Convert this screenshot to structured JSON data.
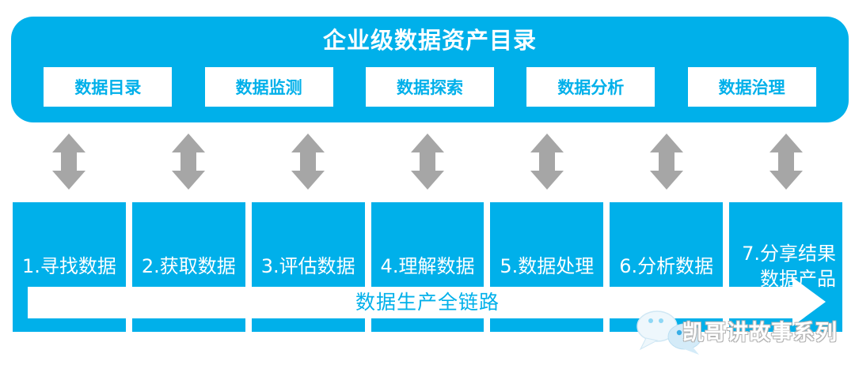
{
  "colors": {
    "primary_cyan": "#00b0ea",
    "arrow_gray": "#a6a6a6",
    "white": "#ffffff"
  },
  "banner": {
    "title": "企业级数据资产目录",
    "buttons": [
      {
        "label": "数据目录"
      },
      {
        "label": "数据监测"
      },
      {
        "label": "数据探索"
      },
      {
        "label": "数据分析"
      },
      {
        "label": "数据治理"
      }
    ]
  },
  "steps": [
    {
      "label": "1.寻找数据"
    },
    {
      "label": "2.获取数据"
    },
    {
      "label": "3.评估数据"
    },
    {
      "label": "4.理解数据"
    },
    {
      "label": "5.数据处理"
    },
    {
      "label": "6.分析数据"
    },
    {
      "label": "7.分享结果\n数据产品"
    }
  ],
  "flow": {
    "label": "数据生产全链路"
  },
  "watermark": {
    "label": "凯哥讲故事系列",
    "icon": "wechat-chat-bubbles-icon"
  }
}
